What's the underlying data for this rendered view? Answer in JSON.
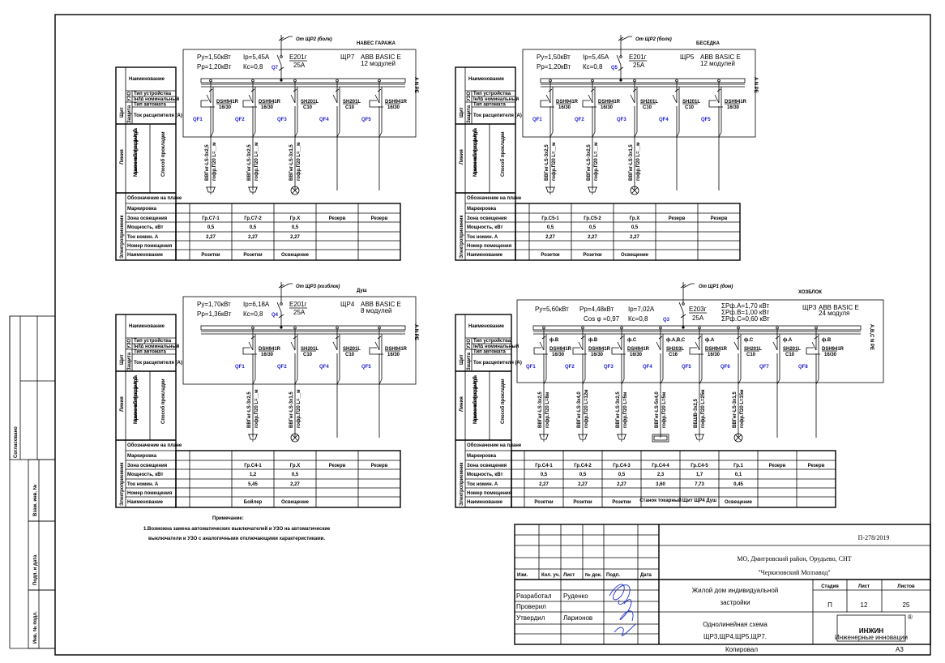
{
  "label_table": {
    "shield": "Щит",
    "rcd": "УЗО",
    "protection": "Защита",
    "name": "Наименование",
    "device_type": "Тип устройства",
    "rated_current_rcd": "Iн/I∆ номинальный",
    "breaker_type": "Тип автомата",
    "trip_current": "Ток расцепителя (А)",
    "line": "Линия",
    "cable": "Марка и сечение кабеля (провода), мм² и труба",
    "laying": "Способ прокладки",
    "consumer": "Электроприемник",
    "plan_mark": "Обозначение на плане",
    "rows": [
      "Маркировка",
      "Зона освещения",
      "Мощность, кВт",
      "Ток номин. А",
      "Номер помещения",
      "Наименование"
    ]
  },
  "panels": [
    {
      "title": "НАВЕС ГАРАЖА",
      "feed": "От ЩР2 (болк)",
      "name": "ЩР7",
      "model": "ABB BASIC E",
      "modules": "12 модулей",
      "params": [
        "Ру=1,50кВт",
        "Рр=1,20кВт",
        "Ip=5,45A",
        "Кс=0,8"
      ],
      "main_switch": {
        "label": "Q7",
        "type": "E201г",
        "rating": "25A"
      },
      "bus_label": "A N PE",
      "circuits": [
        {
          "col": 0,
          "qf": "QF1",
          "type": "DSH941R",
          "rating": "16/30",
          "rcd": true,
          "cable": "ВВГнг-LS-3х2,5",
          "route": "гофр.П20 L=__м",
          "load": "socket"
        },
        {
          "col": 1,
          "qf": "QF2",
          "type": "DSH941R",
          "rating": "16/30",
          "rcd": true,
          "cable": "ВВГнг-LS-3х2,5",
          "route": "гофр.П20 L=__м",
          "load": "socket"
        },
        {
          "col": 2,
          "qf": "QF3",
          "type": "SH201L",
          "rating": "C10",
          "rcd": false,
          "cable": "ВВГнг-LS-3х1,5",
          "route": "гофр.П20 L=__м",
          "load": "lamp"
        },
        {
          "col": 3,
          "qf": "QF4",
          "type": "SH201L",
          "rating": "C10",
          "rcd": false,
          "cable": "",
          "route": "",
          "load": "none"
        },
        {
          "col": 4,
          "qf": "QF5",
          "type": "DSH941R",
          "rating": "16/30",
          "rcd": true,
          "cable": "",
          "route": "",
          "load": "none"
        }
      ],
      "columns": [
        {
          "zone": "Гр.С7-1",
          "power": "0,5",
          "current": "2,27",
          "name": "Розетки"
        },
        {
          "zone": "Гр.С7-2",
          "power": "0,5",
          "current": "2,27",
          "name": "Розетки"
        },
        {
          "zone": "Гр.Х",
          "power": "0,5",
          "current": "2,27",
          "name": "Освещение"
        },
        {
          "zone": "Резерв",
          "power": "",
          "current": "",
          "name": ""
        },
        {
          "zone": "Резерв",
          "power": "",
          "current": "",
          "name": ""
        }
      ]
    },
    {
      "title": "БЕСЕДКА",
      "feed": "От ЩР2 (болк)",
      "name": "ЩР5",
      "model": "ABB BASIC E",
      "modules": "12 модулей",
      "params": [
        "Ру=1,50кВт",
        "Рр=1,20кВт",
        "Ip=5,45A",
        "Кс=0,8"
      ],
      "main_switch": {
        "label": "Q5",
        "type": "E201г",
        "rating": "25A"
      },
      "bus_label": "A N PE",
      "circuits": [
        {
          "col": 0,
          "qf": "QF1",
          "type": "DSH941R",
          "rating": "16/30",
          "rcd": true,
          "cable": "ВВГнг-LS-3х2,5",
          "route": "гофр.П20 L=__м",
          "load": "socket"
        },
        {
          "col": 1,
          "qf": "QF2",
          "type": "DSH941R",
          "rating": "16/30",
          "rcd": true,
          "cable": "ВВГнг-LS-3х2,5",
          "route": "гофр.П20 L=__м",
          "load": "socket"
        },
        {
          "col": 2,
          "qf": "QF3",
          "type": "SH201L",
          "rating": "C10",
          "rcd": false,
          "cable": "ВВГнг-LS-3х1,5",
          "route": "гофр.П20 L=__м",
          "load": "lamp"
        },
        {
          "col": 3,
          "qf": "QF4",
          "type": "SH201L",
          "rating": "C10",
          "rcd": false,
          "cable": "",
          "route": "",
          "load": "none"
        },
        {
          "col": 4,
          "qf": "QF5",
          "type": "DSH941R",
          "rating": "16/30",
          "rcd": true,
          "cable": "",
          "route": "",
          "load": "none"
        }
      ],
      "columns": [
        {
          "zone": "Гр.С5-1",
          "power": "0,5",
          "current": "2,27",
          "name": "Розетки"
        },
        {
          "zone": "Гр.С5-2",
          "power": "0,5",
          "current": "2,27",
          "name": "Розетки"
        },
        {
          "zone": "Гр.Х",
          "power": "0,5",
          "current": "2,27",
          "name": "Освещение"
        },
        {
          "zone": "Резерв",
          "power": "",
          "current": "",
          "name": ""
        },
        {
          "zone": "Резерв",
          "power": "",
          "current": "",
          "name": ""
        }
      ]
    },
    {
      "title": "Душ",
      "feed": "От ЩР3 (хозблок)",
      "name": "ЩР4",
      "model": "ABB BASIC E",
      "modules": "8 модулей",
      "params": [
        "Ру=1,70кВт",
        "Рр=1,36кВт",
        "Ip=6,18A",
        "Кс=0,8"
      ],
      "main_switch": {
        "label": "Q4",
        "type": "E201г",
        "rating": "25A"
      },
      "bus_label": "A N PE",
      "circuits": [
        {
          "col": 1,
          "qf": "QF1",
          "type": "DSH941R",
          "rating": "16/30",
          "rcd": true,
          "cable": "ВВГнг-LS-3х2,5",
          "route": "гофр.П20 L=__м",
          "load": "socket"
        },
        {
          "col": 2,
          "qf": "QF2",
          "type": "SH201L",
          "rating": "C10",
          "rcd": false,
          "cable": "ВВГнг-LS-3х1,5",
          "route": "гофр.П20 L=__м",
          "load": "lamp"
        },
        {
          "col": 3,
          "qf": "QF4",
          "type": "SH201L",
          "rating": "C10",
          "rcd": false,
          "cable": "",
          "route": "",
          "load": "none"
        },
        {
          "col": 4,
          "qf": "QF5",
          "type": "DSH941R",
          "rating": "16/30",
          "rcd": true,
          "cable": "",
          "route": "",
          "load": "none"
        }
      ],
      "columns": [
        {
          "zone": "",
          "power": "",
          "current": "",
          "name": ""
        },
        {
          "zone": "Гр.С4-1",
          "power": "1,2",
          "current": "5,45",
          "name": "Бойлер"
        },
        {
          "zone": "Гр.Х",
          "power": "0,5",
          "current": "2,27",
          "name": "Освещение"
        },
        {
          "zone": "Резерв",
          "power": "",
          "current": "",
          "name": ""
        },
        {
          "zone": "Резерв",
          "power": "",
          "current": "",
          "name": ""
        }
      ]
    },
    {
      "title": "ХОЗБЛОК",
      "feed": "От ЩР1 (дом)",
      "name": "ЩР3",
      "model": "ABB BASIC E",
      "modules": "24 модуля",
      "params": [
        "Ру=5,60кВт",
        "Рр=4,48кВт",
        "Ip=7,02A",
        "Cos φ =0,97",
        "Кс=0,8"
      ],
      "phase_sums": [
        "ΣPф.A=1,70 кВт",
        "ΣPф.B=1,00 кВт",
        "ΣPф.C=0,60 кВт"
      ],
      "main_switch": {
        "label": "Q3",
        "type": "E203г",
        "rating": "25A"
      },
      "bus_label": "A,B,C N PE",
      "circuits": [
        {
          "col": 0,
          "qf": "QF1",
          "type": "DSH941R",
          "rating": "16/30",
          "rcd": true,
          "phase": "ф.B",
          "cable": "ВВГнг-LS-3х2,5",
          "route": "гофр.П20 L=8м",
          "load": "socket"
        },
        {
          "col": 1,
          "qf": "QF2",
          "type": "DSH941R",
          "rating": "16/30",
          "rcd": true,
          "phase": "ф.B",
          "cable": "ВВГнг-LS-3х4,0",
          "route": "гофр.П20 L=12м",
          "load": "socket"
        },
        {
          "col": 2,
          "qf": "QF3",
          "type": "DSH941R",
          "rating": "16/30",
          "rcd": true,
          "phase": "ф.C",
          "cable": "ВВГнг-LS-3х2,5",
          "route": "гофр.П20 L=5м",
          "load": "socket"
        },
        {
          "col": 3,
          "qf": "QF4",
          "type": "SH203L",
          "rating": "C16",
          "rcd": false,
          "phase": "ф.A,B,C",
          "cable": "ВВГнг-LS-5х4,0",
          "route": "гофр.П20 L=5м",
          "load": "machine"
        },
        {
          "col": 4,
          "qf": "QF5",
          "type": "DSH941R",
          "rating": "16/30",
          "rcd": true,
          "phase": "ф.A",
          "cable": "ВБШВ-3х2,5",
          "route": "гофр.П20 L=25м",
          "load": "socket"
        },
        {
          "col": 5,
          "qf": "QF6",
          "type": "SH201L",
          "rating": "C10",
          "rcd": false,
          "phase": "ф.C",
          "cable": "ВВГнг-LS-3х1,5",
          "route": "гофр.П20 L=15м",
          "load": "lamp"
        },
        {
          "col": 6,
          "qf": "QF7",
          "type": "SH201L",
          "rating": "C10",
          "rcd": false,
          "phase": "ф.A",
          "cable": "",
          "route": "",
          "load": "none"
        },
        {
          "col": 7,
          "qf": "QF8",
          "type": "DSH941R",
          "rating": "16/30",
          "rcd": true,
          "phase": "ф.B",
          "cable": "",
          "route": "",
          "load": "none"
        }
      ],
      "columns": [
        {
          "zone": "Гр.С4-1",
          "power": "0,5",
          "current": "2,27",
          "name": "Розетки"
        },
        {
          "zone": "Гр.С4-2",
          "power": "0,5",
          "current": "2,27",
          "name": "Розетки"
        },
        {
          "zone": "Гр.С4-3",
          "power": "0,5",
          "current": "2,27",
          "name": "Розетки"
        },
        {
          "zone": "Гр.С4-4",
          "power": "2,3",
          "current": "3,60",
          "name": "Станок токарный"
        },
        {
          "zone": "Гр.С4-5",
          "power": "1,7",
          "current": "7,73",
          "name": "Щит ЩР4 Душ"
        },
        {
          "zone": "Гр.1",
          "power": "0,1",
          "current": "0,45",
          "name": "Освещение"
        },
        {
          "zone": "Резерв",
          "power": "",
          "current": "",
          "name": ""
        },
        {
          "zone": "Резерв",
          "power": "",
          "current": "",
          "name": ""
        }
      ]
    }
  ],
  "notes": {
    "heading": "Примечание:",
    "line1": "1.Возможна замена автоматических выключателей и УЗО на автоматические",
    "line2": "выключатели и УЗО с аналогичными отключающими характеристиками."
  },
  "side_stamps": [
    "Согласовано",
    "Взам. инв. №",
    "Подп. и дата",
    "Инв. № подл."
  ],
  "title_block": {
    "doc_number": "П-278/2019",
    "address_line1": "МО, Дмитровский район, Орудьево, СНТ",
    "address_line2": "\"Черкизовский Молзавод\"",
    "object_line1": "Жилой дом индивидуальной",
    "object_line2": "застройки",
    "sheet_title_line1": "Однолинейная схема",
    "sheet_title_line2": "ЩР3,ЩР4,ЩР5,ЩР7.",
    "col_headers": [
      "Изм.",
      "Кол. уч.",
      "Лист",
      "№ док.",
      "Подп.",
      "Дата"
    ],
    "roles": [
      {
        "role": "Разработал",
        "person": "Руденко"
      },
      {
        "role": "Проверил",
        "person": ""
      },
      {
        "role": "Утвердил",
        "person": "Ларионов"
      }
    ],
    "stage_label": "Стадия",
    "sheet_label": "Лист",
    "sheets_label": "Листов",
    "stage": "П",
    "sheet": "12",
    "sheets": "25",
    "logo": "ИНЖИН",
    "logo_sub": "Инженерные инновации",
    "logo_mark": "®",
    "copied": "Копировал",
    "format": "А3"
  },
  "colors": {
    "qf_label": "#1a1ad0",
    "signature": "#2233cc",
    "logo_green": "#3a9a3a"
  }
}
